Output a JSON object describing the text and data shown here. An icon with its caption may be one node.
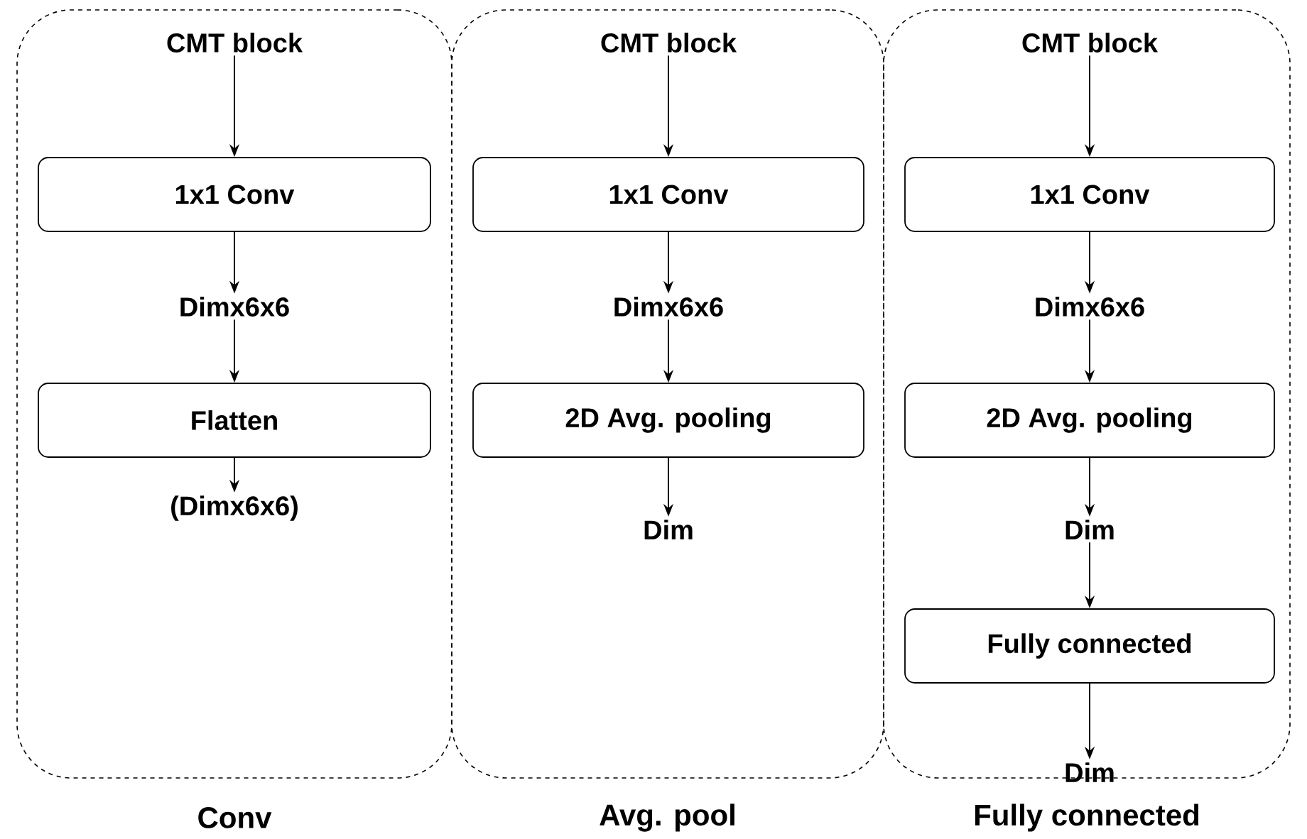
{
  "diagram": {
    "nodes": [
      {
        "text": [
          "Conv"
        ]
      },
      {
        "text": [
          "CMT block"
        ],
        "in": 0
      },
      {
        "text": [
          "1x1 Conv"
        ],
        "in": 0
      },
      {
        "text": [
          "Dimx6x6"
        ],
        "in": 0
      },
      {
        "text": [
          "Flatten"
        ],
        "in": 0
      },
      {
        "text": [
          "(Dimx6x6)"
        ],
        "in": 0
      },
      {
        "text": [
          "Avg. pool"
        ]
      },
      {
        "text": [
          "CMT block"
        ],
        "in": 6
      },
      {
        "text": [
          "1x1 Conv"
        ],
        "in": 6
      },
      {
        "text": [
          "Dimx6x6"
        ],
        "in": 6
      },
      {
        "text": [
          "2D Avg. pooling"
        ],
        "in": 6
      },
      {
        "text": [
          "Dim"
        ],
        "in": 6
      },
      {
        "text": [
          "Fully connected"
        ]
      },
      {
        "text": [
          "CMT block"
        ],
        "in": 12
      },
      {
        "text": [
          "1x1 Conv"
        ],
        "in": 12
      },
      {
        "text": [
          "Dimx6x6"
        ],
        "in": 12
      },
      {
        "text": [
          "2D Avg. pooling"
        ],
        "in": 12
      },
      {
        "text": [
          "Dim"
        ],
        "in": 12
      },
      {
        "text": [
          "Fully connected"
        ],
        "in": 12
      },
      {
        "text": [
          "Dim"
        ],
        "in": 12
      }
    ],
    "edges": [
      {
        "from": 1,
        "to": 2,
        "arrow": "to"
      },
      {
        "from": 2,
        "to": 3,
        "arrow": "to"
      },
      {
        "from": 3,
        "to": 4,
        "arrow": "to"
      },
      {
        "from": 4,
        "to": 5,
        "arrow": "to"
      },
      {
        "from": 7,
        "to": 8,
        "arrow": "to"
      },
      {
        "from": 8,
        "to": 9,
        "arrow": "to"
      },
      {
        "from": 9,
        "to": 10,
        "arrow": "to"
      },
      {
        "from": 10,
        "to": 11,
        "arrow": "to"
      },
      {
        "from": 13,
        "to": 14,
        "arrow": "to"
      },
      {
        "from": 14,
        "to": 15,
        "arrow": "to"
      },
      {
        "from": 15,
        "to": 16,
        "arrow": "to"
      },
      {
        "from": 16,
        "to": 17,
        "arrow": "to"
      },
      {
        "from": 17,
        "to": 18,
        "arrow": "to"
      },
      {
        "from": 18,
        "to": 19,
        "arrow": "to"
      }
    ]
  }
}
